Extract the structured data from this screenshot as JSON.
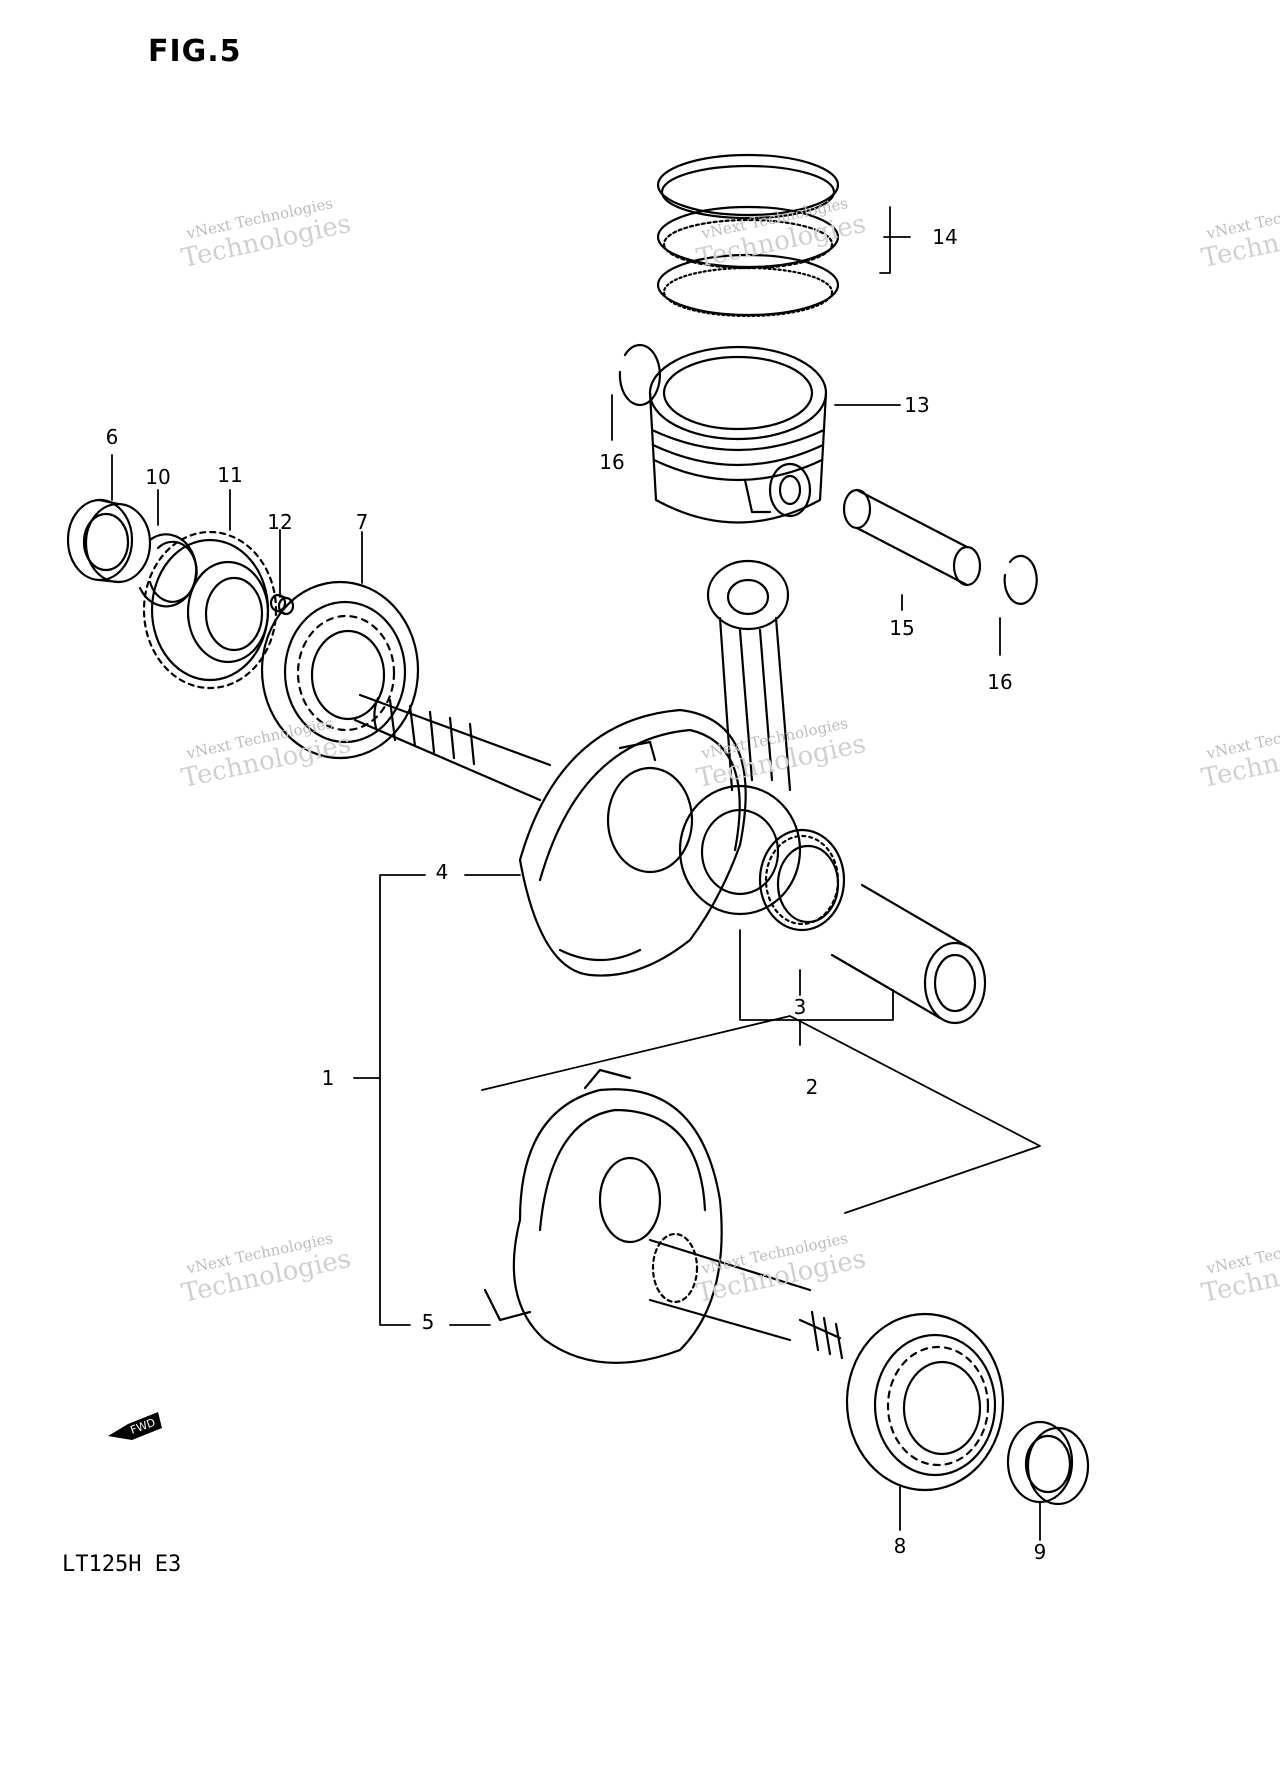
{
  "figure": {
    "title": "FIG.5",
    "model": "LT125H E3"
  },
  "fwd_badge": "FWD",
  "watermark": {
    "line1": "vNext Technologies",
    "line2": "Technologies"
  },
  "callouts": {
    "p1": "1",
    "p2": "2",
    "p3": "3",
    "p4": "4",
    "p5": "5",
    "p6": "6",
    "p7": "7",
    "p8": "8",
    "p9": "9",
    "p10": "10",
    "p11": "11",
    "p12": "12",
    "p13": "13",
    "p14": "14",
    "p15": "15",
    "p16a": "16",
    "p16b": "16"
  }
}
